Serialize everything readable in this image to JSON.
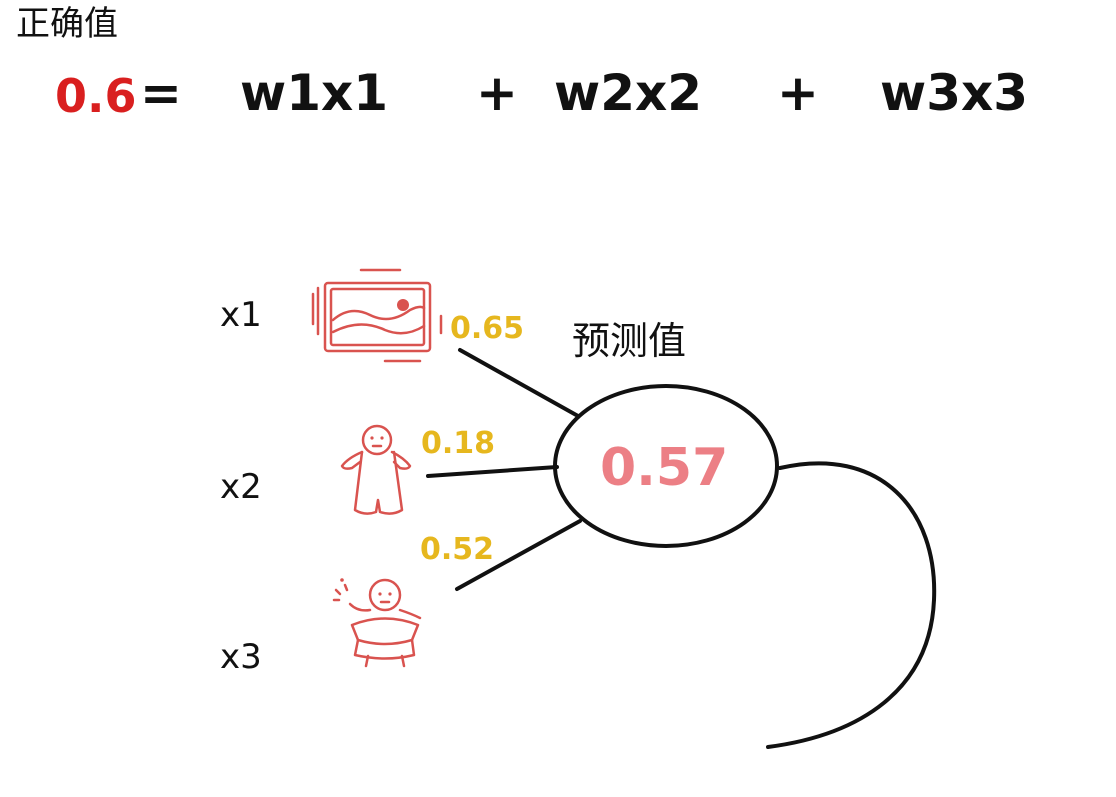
{
  "title": "正确值",
  "equation": {
    "value": "0.6",
    "equals": "=",
    "term1": "w1x1",
    "plus1": "+",
    "term2": "w2x2",
    "plus2": "+",
    "term3": "w3x3"
  },
  "inputs": [
    {
      "label": "x1",
      "weight": "0.65",
      "icon": "landscape-picture-icon"
    },
    {
      "label": "x2",
      "weight": "0.18",
      "icon": "person-icon"
    },
    {
      "label": "x3",
      "weight": "0.52",
      "icon": "magic-person-icon"
    }
  ],
  "prediction": {
    "label": "预测值",
    "value": "0.57"
  },
  "colors": {
    "correct_value": "#d91f1f",
    "weight": "#e6b71e",
    "prediction_value": "#ec7f85",
    "icon": "#d9534f",
    "ink": "#111111"
  }
}
